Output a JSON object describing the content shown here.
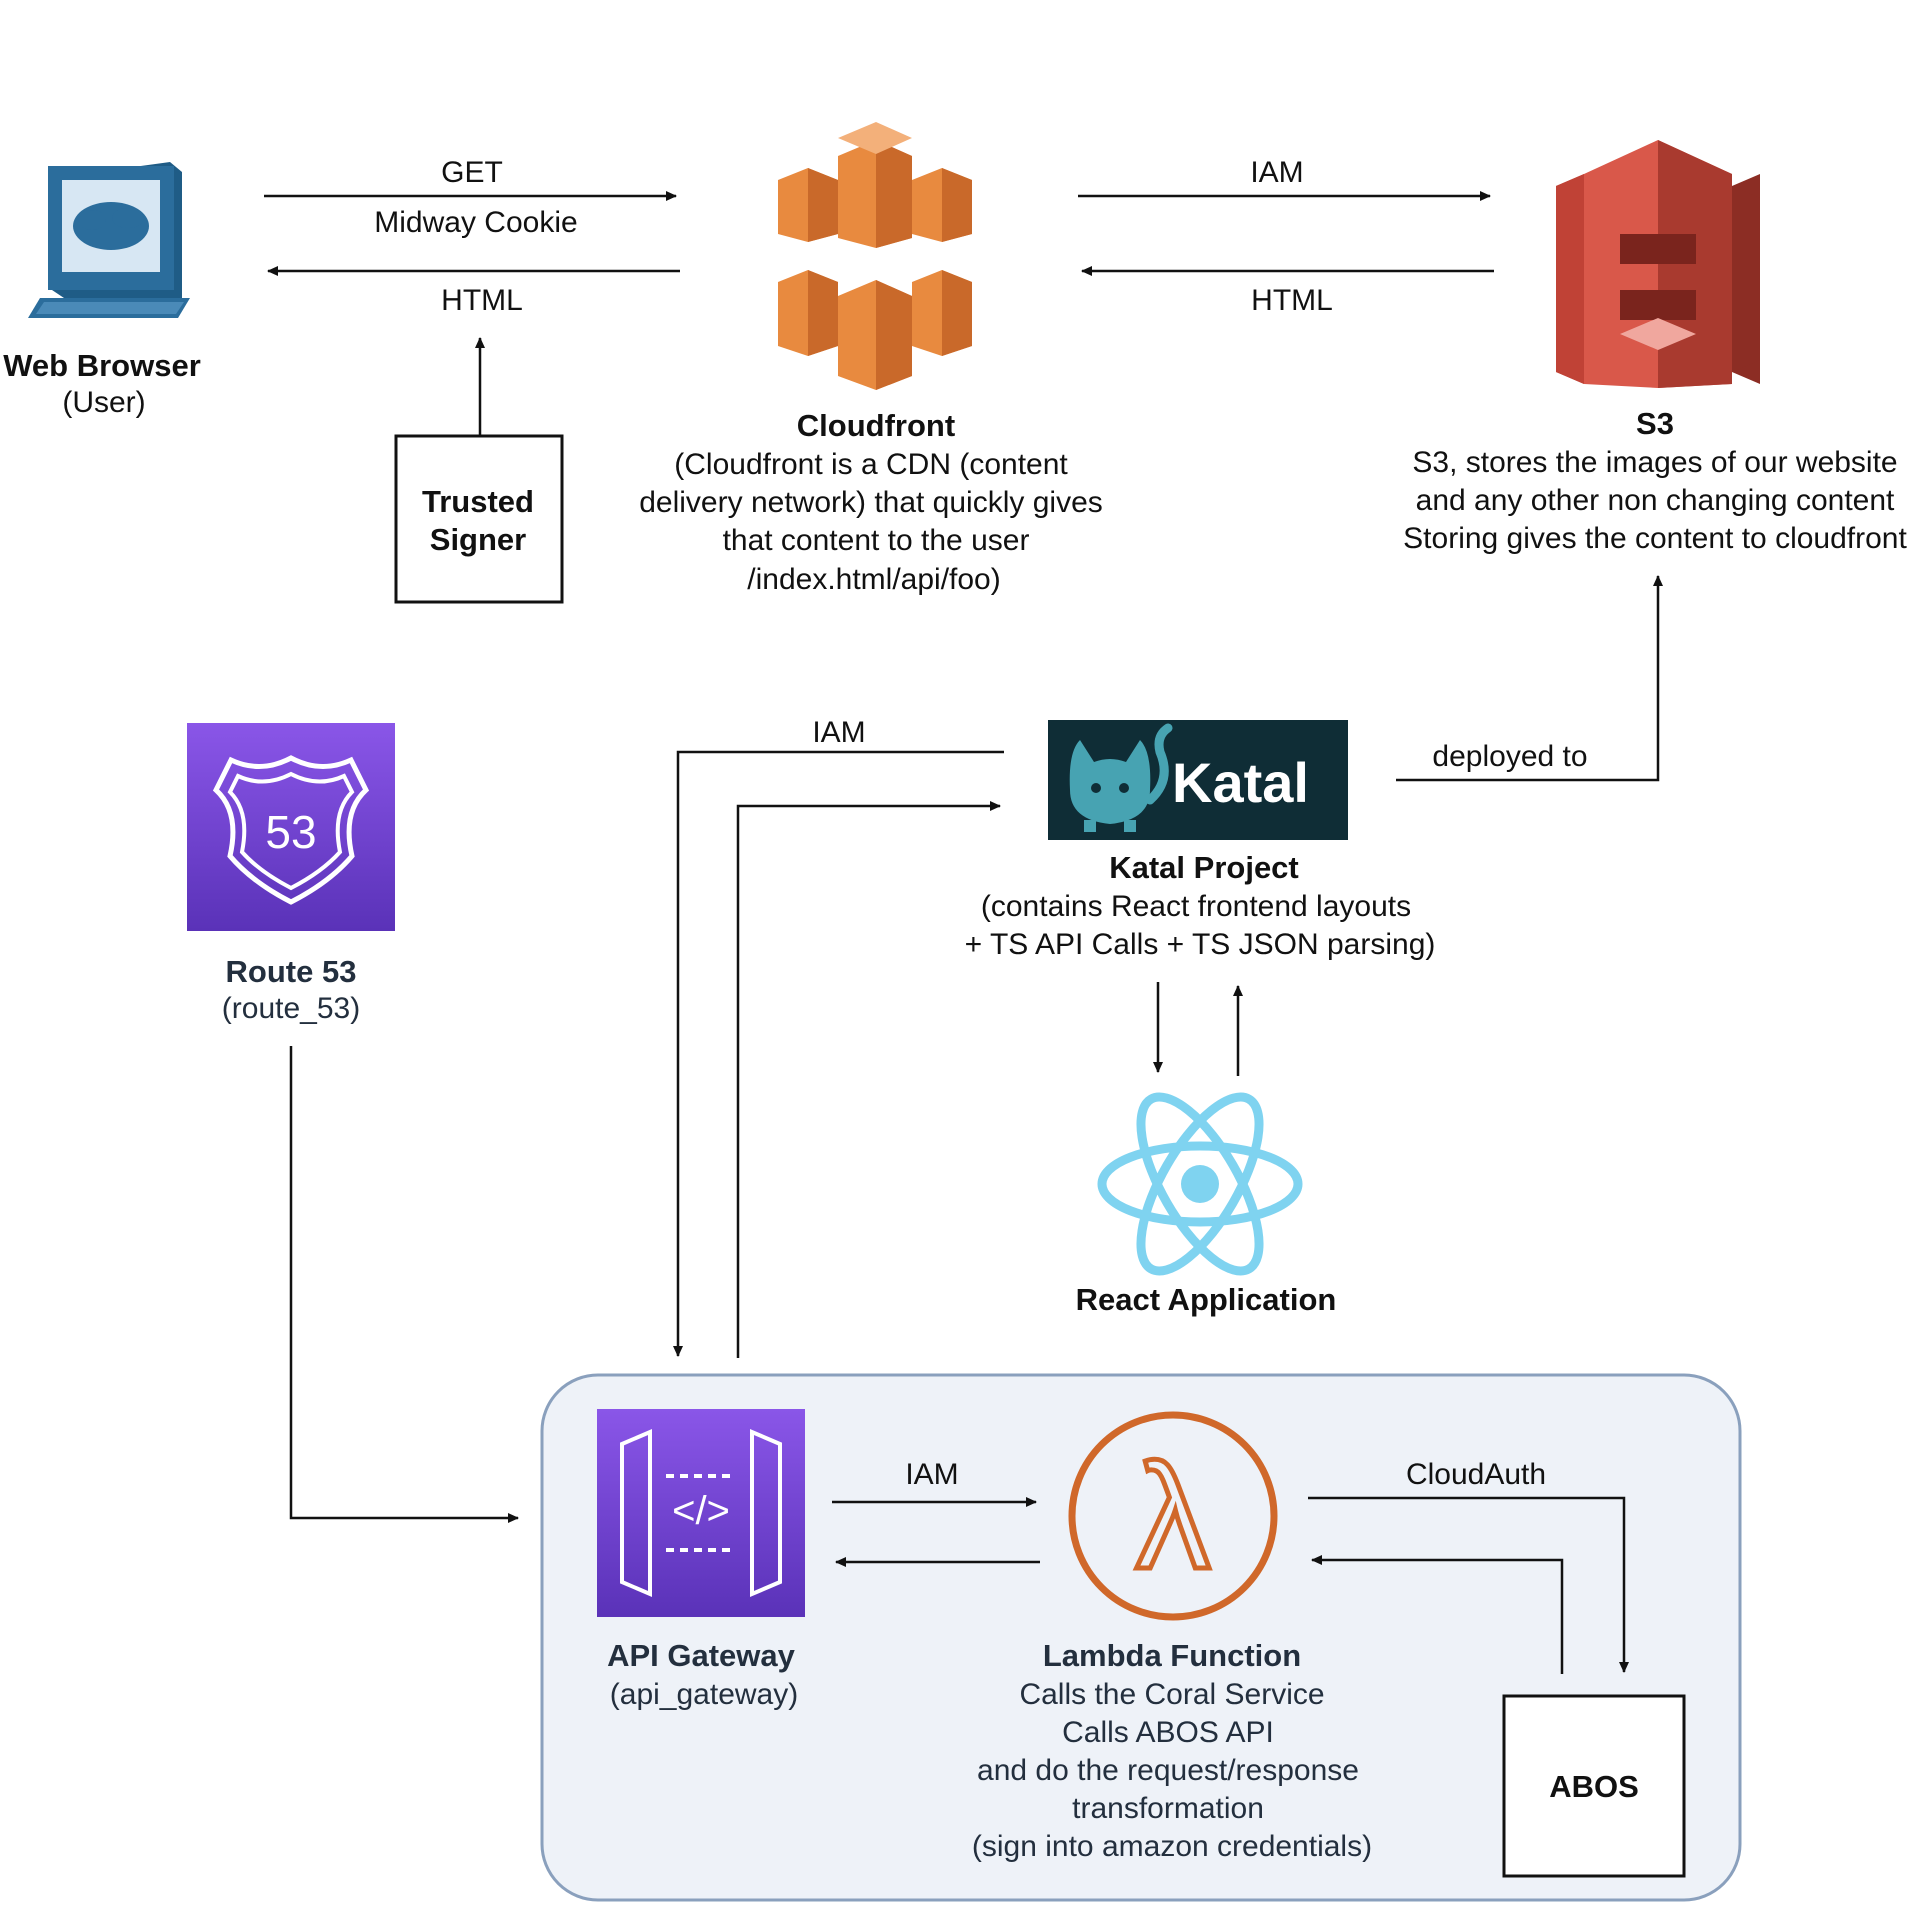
{
  "nodes": {
    "web_browser": {
      "title": "Web Browser",
      "subtitle": "(User)"
    },
    "trusted_signer": {
      "line1": "Trusted",
      "line2": "Signer"
    },
    "cloudfront": {
      "title": "Cloudfront",
      "desc": [
        "(Cloudfront is a CDN (content",
        "delivery network) that quickly gives",
        "that content to the user",
        "/index.html/api/foo)"
      ]
    },
    "s3": {
      "title": "S3",
      "desc": [
        "S3, stores the images of our website",
        "and any other non changing content",
        "Storing gives the content to cloudfront"
      ]
    },
    "route53": {
      "title": "Route 53",
      "subtitle": "(route_53)",
      "badge": "53"
    },
    "katal": {
      "logo_text": "Katal",
      "title": "Katal Project",
      "desc": [
        "(contains React frontend layouts",
        "+ TS API Calls + TS JSON parsing)"
      ]
    },
    "react": {
      "title": "React Application"
    },
    "api_gateway": {
      "title": "API Gateway",
      "subtitle": "(api_gateway)",
      "glyph": "</>"
    },
    "lambda": {
      "title": "Lambda Function",
      "glyph": "λ",
      "desc": [
        "Calls the Coral Service",
        "Calls ABOS API",
        "and do the request/response",
        "transformation",
        "(sign into amazon credentials)"
      ]
    },
    "abos": {
      "title": "ABOS"
    }
  },
  "edges": {
    "browser_to_cloudfront": {
      "label": "GET",
      "sublabel": "Midway Cookie"
    },
    "cloudfront_to_browser": {
      "label": "HTML"
    },
    "cloudfront_to_s3": {
      "label": "IAM"
    },
    "s3_to_cloudfront": {
      "label": "HTML"
    },
    "katal_to_api": {
      "label": "IAM"
    },
    "katal_to_s3": {
      "label": "deployed to"
    },
    "api_to_lambda": {
      "label": "IAM"
    },
    "lambda_to_abos": {
      "label": "CloudAuth"
    }
  },
  "colors": {
    "cloudfront_orange": "#e88a3f",
    "s3_red": "#c9483a",
    "route53_purple": "#7b4bd6",
    "api_purple": "#7b4bd6",
    "lambda_orange": "#d0682a",
    "katal_bg": "#0f2d36",
    "katal_cat": "#47a3b2",
    "react_blue": "#7fd3f0",
    "browser_blue": "#2b6d9c",
    "group_fill": "#eef2f8",
    "group_stroke": "#7f93ad"
  }
}
